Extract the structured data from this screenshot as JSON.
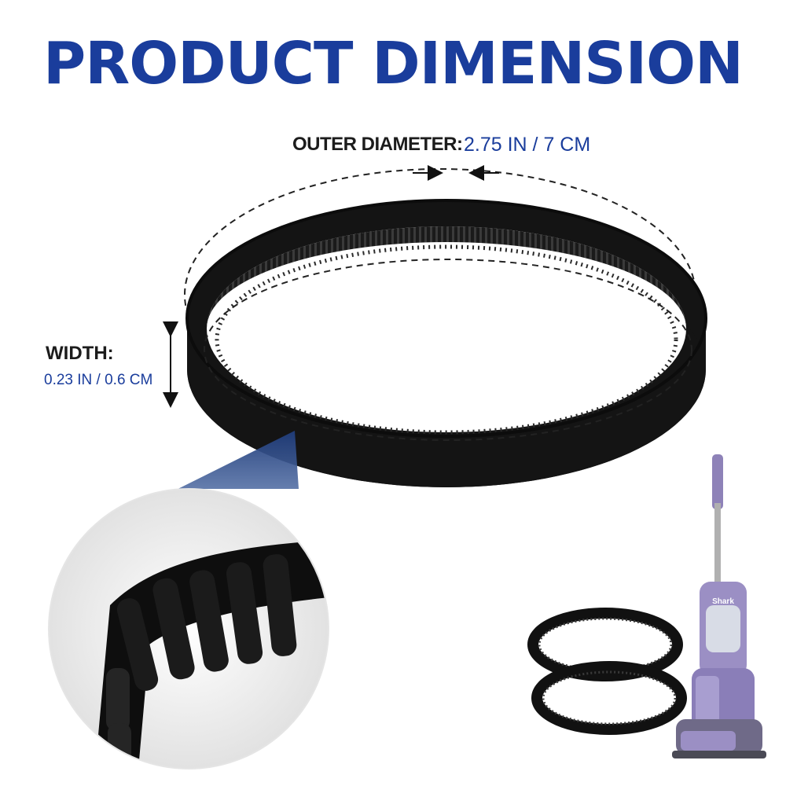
{
  "title": "PRODUCT DIMENSION",
  "outer_diameter": {
    "label": "OUTER DIAMETER:",
    "value": "2.75 IN / 7 CM"
  },
  "width": {
    "label": "WIDTH:",
    "value": "0.23 IN / 0.6 CM"
  },
  "vacuum_logo": "Shark",
  "colors": {
    "title_blue": "#1a3d9c",
    "belt_black": "#141414",
    "zoom_cone": "#3e5f9a",
    "vacuum_purple": "#9b8fc4"
  }
}
